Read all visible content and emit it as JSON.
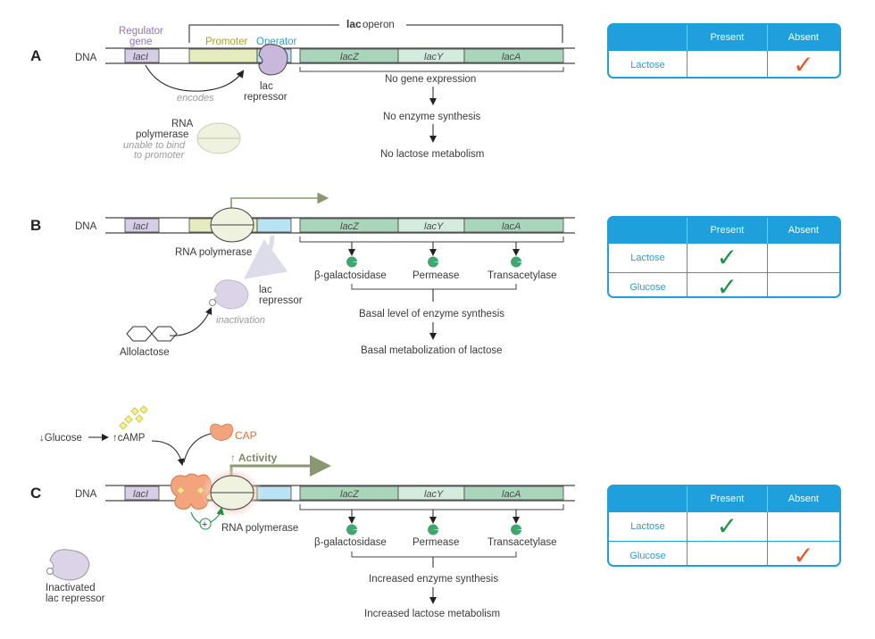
{
  "colors": {
    "operator": "#b9e2f3",
    "promoter": "#e6ecbd",
    "lacI": "#d8cde6",
    "lacZ": "#a9d5bb",
    "lacY": "#d3ecdd",
    "lacA": "#a9d5bb",
    "table_header": "#1fa0dc",
    "check_green": "#1e9446",
    "check_orange": "#e8572a",
    "cap": "#f4a47d"
  },
  "panel_a": {
    "letter": "A",
    "dna": "DNA",
    "regulator_gene": "Regulator gene",
    "lac_operon": "lac",
    "lac_operon_suffix": "operon",
    "promoter": "Promoter",
    "operator": "Operator",
    "lacI": "lacI",
    "lacZ": "lacZ",
    "lacY": "lacY",
    "lacA": "lacA",
    "encodes": "encodes",
    "lac_repressor_1": "lac",
    "lac_repressor_2": "repressor",
    "rna_pol_1": "RNA",
    "rna_pol_2": "polymerase",
    "unable_1": "unable to bind",
    "unable_2": "to promoter",
    "step1": "No gene expression",
    "step2": "No enzyme synthesis",
    "step3": "No lactose metabolism"
  },
  "panel_b": {
    "letter": "B",
    "dna": "DNA",
    "lacI": "lacI",
    "lacZ": "lacZ",
    "lacY": "lacY",
    "lacA": "lacA",
    "rna_polymerase": "RNA polymerase",
    "lac_repressor_1": "lac",
    "lac_repressor_2": "repressor",
    "inactivation": "inactivation",
    "allolactose": "Allolactose",
    "enzyme1": "β-galactosidase",
    "enzyme2": "Permease",
    "enzyme3": "Transacetylase",
    "step1": "Basal level of enzyme synthesis",
    "step2": "Basal metabolization of lactose"
  },
  "panel_c": {
    "letter": "C",
    "dna": "DNA",
    "lacI": "lacI",
    "lacZ": "lacZ",
    "lacY": "lacY",
    "lacA": "lacA",
    "glucose": "↓Glucose",
    "camp": "↑cAMP",
    "cap": "CAP",
    "activity": "↑ Activity",
    "plus": "+",
    "rna_polymerase": "RNA polymerase",
    "inactivated_1": "Inactivated",
    "inactivated_2": "lac repressor",
    "enzyme1": "β-galactosidase",
    "enzyme2": "Permease",
    "enzyme3": "Transacetylase",
    "step1": "Increased enzyme synthesis",
    "step2": "Increased lactose metabolism"
  },
  "tables": {
    "header_present": "Present",
    "header_absent": "Absent",
    "a": {
      "rows": [
        {
          "label": "Lactose",
          "present": "",
          "absent": "✓"
        }
      ]
    },
    "b": {
      "rows": [
        {
          "label": "Lactose",
          "present": "✓",
          "absent": ""
        },
        {
          "label": "Glucose",
          "present": "✓",
          "absent": ""
        }
      ]
    },
    "c": {
      "rows": [
        {
          "label": "Lactose",
          "present": "✓",
          "absent": ""
        },
        {
          "label": "Glucose",
          "present": "",
          "absent": "✓"
        }
      ]
    }
  }
}
